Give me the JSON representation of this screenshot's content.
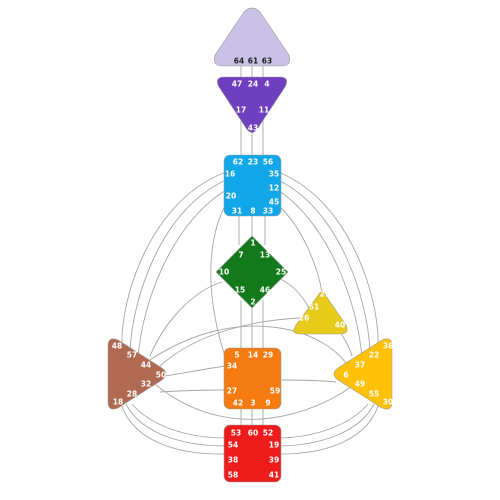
{
  "centers": {
    "head": {
      "color": "#c9c1e6",
      "text_color": "#222222",
      "gates": [
        "64",
        "61",
        "63"
      ]
    },
    "ajna": {
      "color": "#6f3fbf",
      "text_color": "#ffffff",
      "gates": [
        "47",
        "24",
        "4",
        "17",
        "11",
        "43"
      ]
    },
    "throat": {
      "color": "#12a7e8",
      "text_color": "#ffffff",
      "gates": [
        "62",
        "23",
        "56",
        "16",
        "35",
        "20",
        "12",
        "45",
        "31",
        "8",
        "33"
      ]
    },
    "g": {
      "color": "#127a1a",
      "text_color": "#ffffff",
      "gates": [
        "1",
        "7",
        "13",
        "10",
        "25",
        "15",
        "46",
        "2"
      ]
    },
    "spleen": {
      "color": "#b06a51",
      "text_color": "#ffffff",
      "gates": [
        "48",
        "57",
        "44",
        "50",
        "32",
        "28",
        "18"
      ]
    },
    "heart": {
      "color": "#e6cb1a",
      "text_color": "#ffffff",
      "gates": [
        "21",
        "51",
        "26",
        "40"
      ]
    },
    "sacral": {
      "color": "#f57a10",
      "text_color": "#ffffff",
      "gates": [
        "5",
        "14",
        "29",
        "34",
        "27",
        "59",
        "42",
        "3",
        "9"
      ]
    },
    "solar": {
      "color": "#ffc107",
      "text_color": "#ffffff",
      "gates": [
        "36",
        "22",
        "37",
        "6",
        "49",
        "55",
        "30"
      ]
    },
    "root": {
      "color": "#ee1c1c",
      "text_color": "#ffffff",
      "gates": [
        "53",
        "60",
        "52",
        "54",
        "19",
        "38",
        "39",
        "58",
        "41"
      ]
    }
  },
  "channel_color": "#a6a6a6"
}
